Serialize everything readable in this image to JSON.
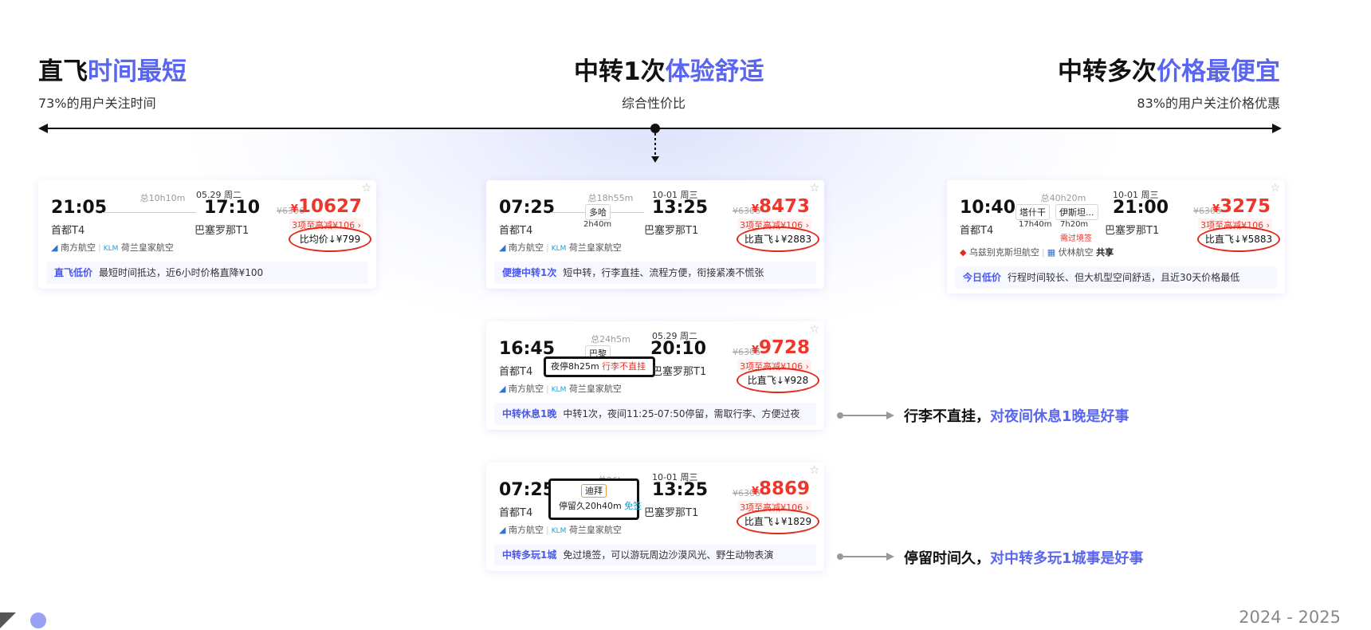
{
  "header": {
    "left": {
      "title_plain": "直飞",
      "title_hl": "时间最短",
      "sub": "73%的用户关注时间"
    },
    "mid": {
      "title_plain": "中转1次",
      "title_hl": "体验舒适",
      "sub": "综合性价比"
    },
    "right": {
      "title_plain": "中转多次",
      "title_hl": "价格最便宜",
      "sub": "83%的用户关注价格优惠"
    }
  },
  "cards": {
    "c1": {
      "dep": "21:05",
      "dep_ap": "首都T4",
      "dur": "总10h10m",
      "date": "05.29 周二",
      "arr": "17:10",
      "arr_ap": "巴塞罗那T1",
      "orig": "¥6306",
      "yen": "¥",
      "price": "10627",
      "promo": "3项至高减¥106 ›",
      "cmp": "比均价↓¥799",
      "airline1": "南方航空",
      "airline2": "荷兰皇家航空",
      "note_tag": "直飞低价",
      "note": "最短时间抵达，近6小时价格直降¥100"
    },
    "c2": {
      "dep": "07:25",
      "dep_ap": "首都T4",
      "dur": "总18h55m",
      "date": "10-01 周三",
      "arr": "13:25",
      "arr_ap": "巴塞罗那T1",
      "stop": "多哈",
      "stop_time": "2h40m",
      "orig": "¥6306",
      "yen": "¥",
      "price": "8473",
      "promo": "3项至高减¥106 ›",
      "cmp": "比直飞↓¥2883",
      "airline1": "南方航空",
      "airline2": "荷兰皇家航空",
      "note_tag": "便捷中转1次",
      "note": "短中转，行李直挂、流程方便，衔接紧凑不慌张"
    },
    "c3": {
      "dep": "10:40",
      "dep_ap": "首都T4",
      "dur": "总40h20m",
      "date": "10-01 周三",
      "arr": "21:00",
      "arr_ap": "巴塞罗那T1",
      "stop1": "塔什干",
      "stop1_time": "17h40m",
      "stop2": "伊斯坦...",
      "stop2_time": "7h20m",
      "visa": "需过境签",
      "orig": "¥6306",
      "yen": "¥",
      "price": "3275",
      "promo": "3项至高减¥106 ›",
      "cmp": "比直飞↓¥5883",
      "airline1": "乌兹别克斯坦航空",
      "airline2": "伏林航空",
      "shared": "共享",
      "note_tag": "今日低价",
      "note": "行程时间较长、但大机型空间舒适，且近30天价格最低"
    },
    "c4": {
      "dep": "16:45",
      "dep_ap": "首都T4",
      "dur": "总24h5m",
      "date": "05.29 周二",
      "arr": "20:10",
      "arr_ap": "巴塞罗那T1",
      "stop": "巴黎",
      "night": "夜停8h25m",
      "night_warn": "行李不直挂",
      "orig": "¥6306",
      "yen": "¥",
      "price": "9728",
      "promo": "3项至高减¥106 ›",
      "cmp": "比直飞↓¥928",
      "airline1": "南方航空",
      "airline2": "荷兰皇家航空",
      "note_tag": "中转休息1晚",
      "note": "中转1次，夜间11:25-07:50停留，需取行李、方便过夜"
    },
    "c5": {
      "dep": "07:25",
      "dep_ap": "首都T4",
      "dur": "总26h",
      "date": "10-01 周三",
      "arr": "13:25",
      "arr_ap": "巴塞罗那T1",
      "stop": "迪拜",
      "stay": "停留久20h40m",
      "stay_tag": "免签",
      "orig": "¥6306",
      "yen": "¥",
      "price": "8869",
      "promo": "3项至高减¥106 ›",
      "cmp": "比直飞↓¥1829",
      "airline1": "南方航空",
      "airline2": "荷兰皇家航空",
      "note_tag": "中转多玩1城",
      "note": "免过境签，可以游玩周边沙漠风光、野生动物表演"
    }
  },
  "annotations": {
    "a1": {
      "plain": "行李不直挂，",
      "hl": "对夜间休息1晚是好事"
    },
    "a2": {
      "plain": "停留时间久，",
      "hl": "对中转多玩1城事是好事"
    }
  },
  "icons": {
    "airline_south": "south-airline-icon",
    "airline_klm": "klm-icon",
    "airline_uz": "uzbek-airline-icon",
    "airline_volotea": "volotea-icon",
    "star": "star-icon"
  },
  "colors": {
    "accent": "#5a66f0",
    "price": "#f0352a",
    "circle": "#e02a1c"
  },
  "footer": {
    "year": "2024 - 2025"
  }
}
